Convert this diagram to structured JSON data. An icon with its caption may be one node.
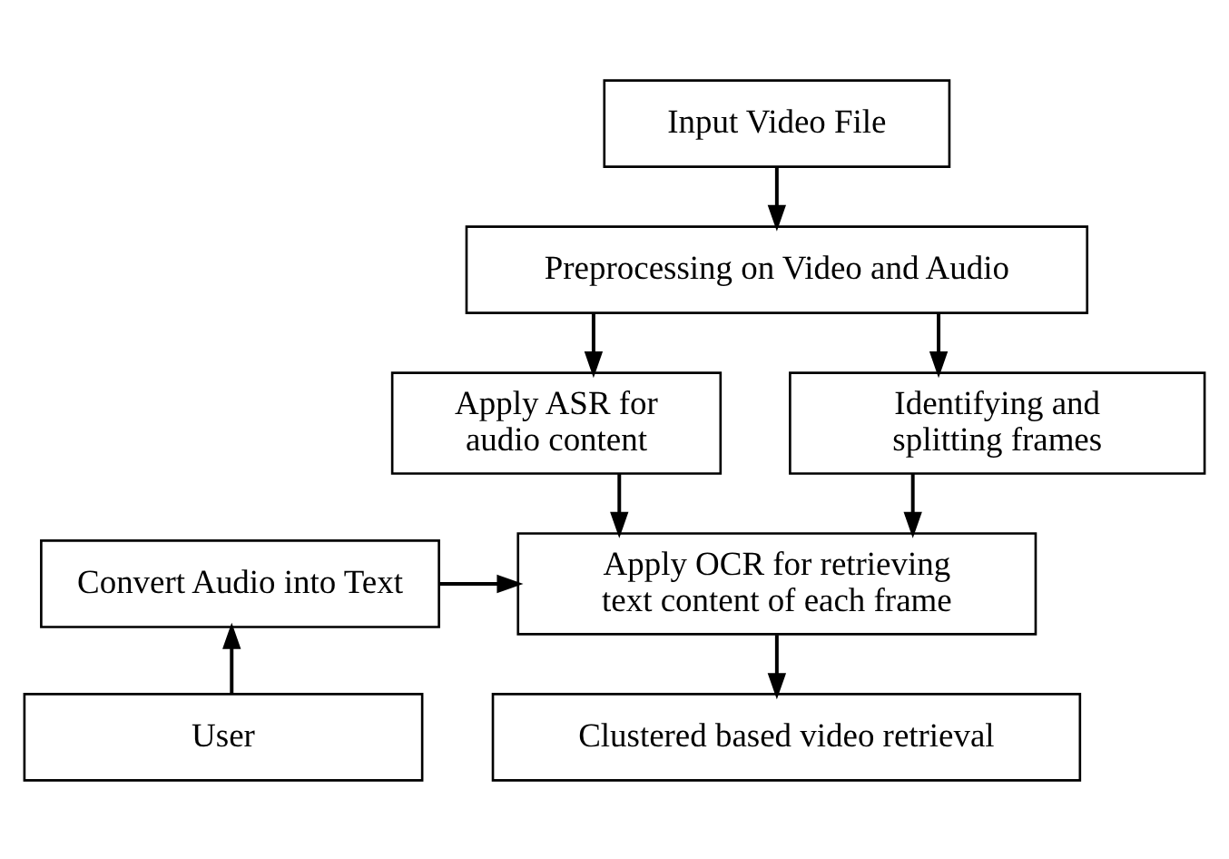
{
  "diagram": {
    "nodes": [
      {
        "text": [
          "Input Video File"
        ]
      },
      {
        "text": [
          "Preprocessing on Video and Audio"
        ]
      },
      {
        "text": [
          "Apply ASR for audio content"
        ]
      },
      {
        "text": [
          "Identifying and splitting frames"
        ]
      },
      {
        "text": [
          "Apply OCR for retrieving text content of each frame"
        ]
      },
      {
        "text": [
          "Convert Audio into Text"
        ]
      },
      {
        "text": [
          "User"
        ]
      },
      {
        "text": [
          "Clustered based video retrieval"
        ]
      }
    ],
    "edges": [
      {
        "from": 0,
        "to": 1,
        "arrow": "to"
      },
      {
        "from": 1,
        "to": 2,
        "arrow": "to"
      },
      {
        "from": 1,
        "to": 3,
        "arrow": "to"
      },
      {
        "from": 2,
        "to": 4,
        "arrow": "to"
      },
      {
        "from": 3,
        "to": 4,
        "arrow": "to"
      },
      {
        "from": 5,
        "to": 4,
        "arrow": "to"
      },
      {
        "from": 6,
        "to": 5,
        "arrow": "to"
      },
      {
        "from": 4,
        "to": 7,
        "arrow": "to"
      }
    ]
  }
}
